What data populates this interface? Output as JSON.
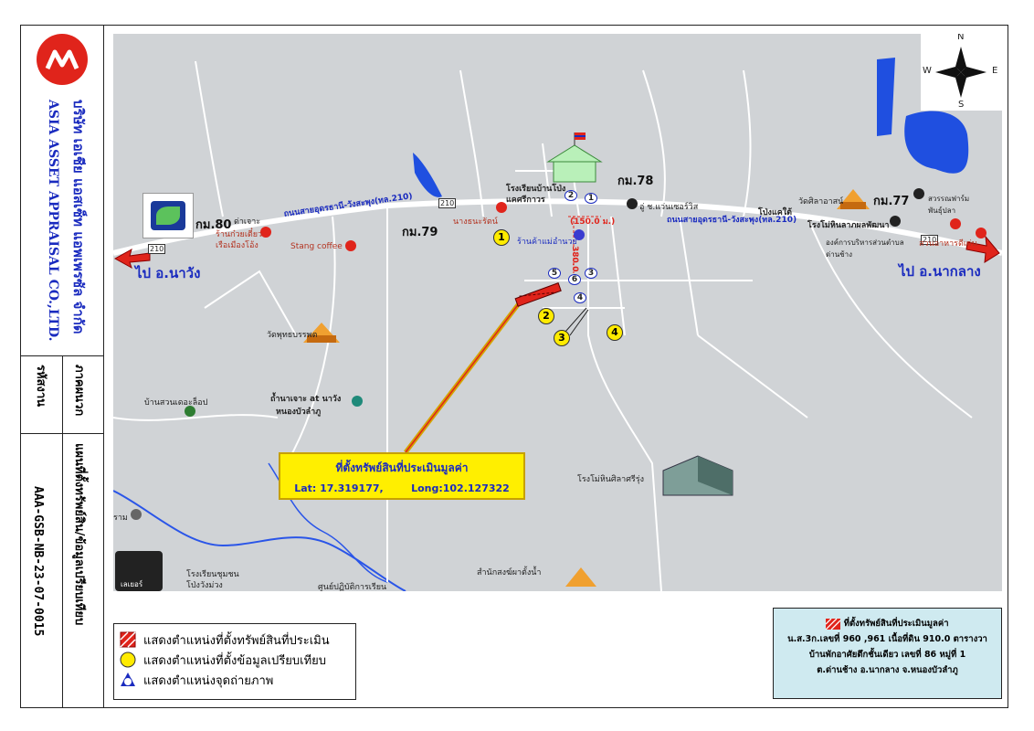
{
  "company": {
    "name_th": "บริษัท เอเชีย แอสเซ็ท แอพเพรซัล จำกัด",
    "name_en": "ASIA ASSET APPRAISAL CO.,LTD."
  },
  "side_table": {
    "row1_label": "ภาคผนวก",
    "row1_value": "แผนที่ตั้งทรัพย์สิน/ข้อมูลเปรียบเทียบ",
    "row2_label": "รหัสงาน",
    "row2_value": "AAA-GSB-NB-23-07-0015"
  },
  "compass": {
    "n": "N",
    "s": "S",
    "e": "E",
    "w": "W"
  },
  "map": {
    "km_labels": [
      "กม.80",
      "กม.79",
      "กม.78",
      "กม.77"
    ],
    "road_label_left": "ถนนสายอุดรธานี-วังสะพุง(ทล.210)",
    "road_label_right": "ถนนสายอุดรธานี-วังสะพุง(ทล.210)",
    "road_number": "210",
    "dir_left": "ไป อ.นาวัง",
    "dir_right": "ไป อ.นากลาง",
    "distance_h": "(150.0 ม.)",
    "distance_v": "380.0 ม.",
    "places": {
      "school_banpong": "โรงเรียนบ้านโป่ง",
      "kaeng_kra_wan": "แคศรีกาวร",
      "nang_thanarat": "นางธนะรัตน์",
      "shop": "ร้านค้าแม่อำนวย",
      "sugar": "อู่ ช.แว่นเซอร์วิส",
      "wat_sila": "วัดศิลาอาสน์",
      "pongkaetai": "โป่งแคใต้",
      "tsao": "สวรรณฟาร์ม พันธุ์ปลา",
      "hin": "โรงโม่หินลาภผลพัฒนา",
      "obt": "องค์การบริหารส่วนตำบลด่านช้าง",
      "suan": "สวนอาหารดีเด่น",
      "noodle": "ร้านก๋วยเตี๋ยว",
      "noodle2": "เรือเมืองโอ้ง",
      "dan": "ด่าเจาะ",
      "stang": "Stang coffee",
      "wat_phut": "วัดพุทธบรรพต",
      "baan_suan": "บ้านสวนเดอะล็อป",
      "cave": "ถ้ำนาเจาะ at นาวัง",
      "cave2": "หนองบัวลำภู",
      "rongmo": "โรงโม่หินศิลาศรีรุ่ง",
      "school2": "โรงเรียนชุมชน",
      "school2b": "โป่งวังม่วง",
      "samnak": "สำนักสงฆ์ผาตั้งน้ำ",
      "sun": "ศูนย์ปฏิบัติการเรียน",
      "ram": "ราม",
      "layer_btn": "เลเยอร์"
    },
    "photo_points": [
      "1",
      "2",
      "3",
      "4",
      "5",
      "6"
    ],
    "compare_points": [
      "1",
      "2",
      "3",
      "4"
    ]
  },
  "callout": {
    "title": "ที่ตั้งทรัพย์สินที่ประเมินมูลค่า",
    "lat": "Lat: 17.319177,",
    "long": "Long:102.127322"
  },
  "legend": [
    "แสดงตำแหน่งที่ตั้งทรัพย์สินที่ประเมิน",
    "แสดงตำแหน่งที่ตั้งข้อมูลเปรียบเทียบ",
    "แสดงตำแหน่งจุดถ่ายภาพ"
  ],
  "info": {
    "title": "ที่ตั้งทรัพย์สินที่ประเมินมูลค่า",
    "line1": "น.ส.3ก.เลขที่ 960 ,961  เนื้อที่ดิน 910.0 ตารางวา",
    "line2": "บ้านพักอาศัยตึกชั้นเดียว เลขที่ 86 หมู่ที่ 1",
    "line3": "ต.ด่านช้าง อ.นากลาง จ.หนองบัวลำภู"
  },
  "colors": {
    "map_bg": "#d0d3d6",
    "road": "#ffffff",
    "water": "#1f4fe0",
    "callout": "#ffef00",
    "info_bg": "#cfeaf0"
  }
}
